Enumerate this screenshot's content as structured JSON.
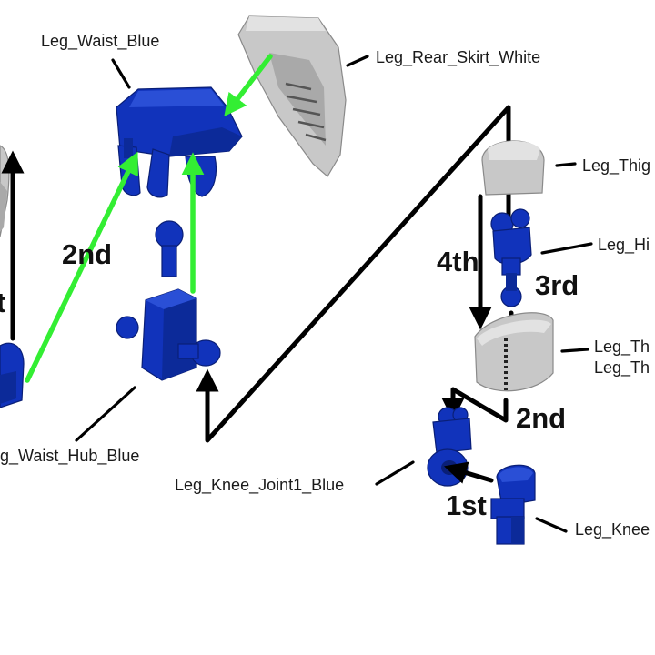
{
  "labels": {
    "leg_waist": "Leg_Waist_Blue",
    "rear_skirt": "Leg_Rear_Skirt_White",
    "thigh": "Leg_Thig",
    "hip": "Leg_Hi",
    "thigh_a": "Leg_Th",
    "thigh_b": "Leg_Th",
    "waist_hub": "g_Waist_Hub_Blue",
    "knee_joint": "Leg_Knee_Joint1_Blue",
    "knee": "Leg_Knee"
  },
  "steps": {
    "left_2nd": "2nd",
    "left_cut": "t",
    "s4th": "4th",
    "s3rd": "3rd",
    "s2nd": "2nd",
    "s1st": "1st"
  },
  "colors": {
    "part_blue": "#1133bb",
    "part_gray": "#c8c8c8",
    "arrow_green": "#33ee33",
    "arrow_black": "#000000"
  }
}
